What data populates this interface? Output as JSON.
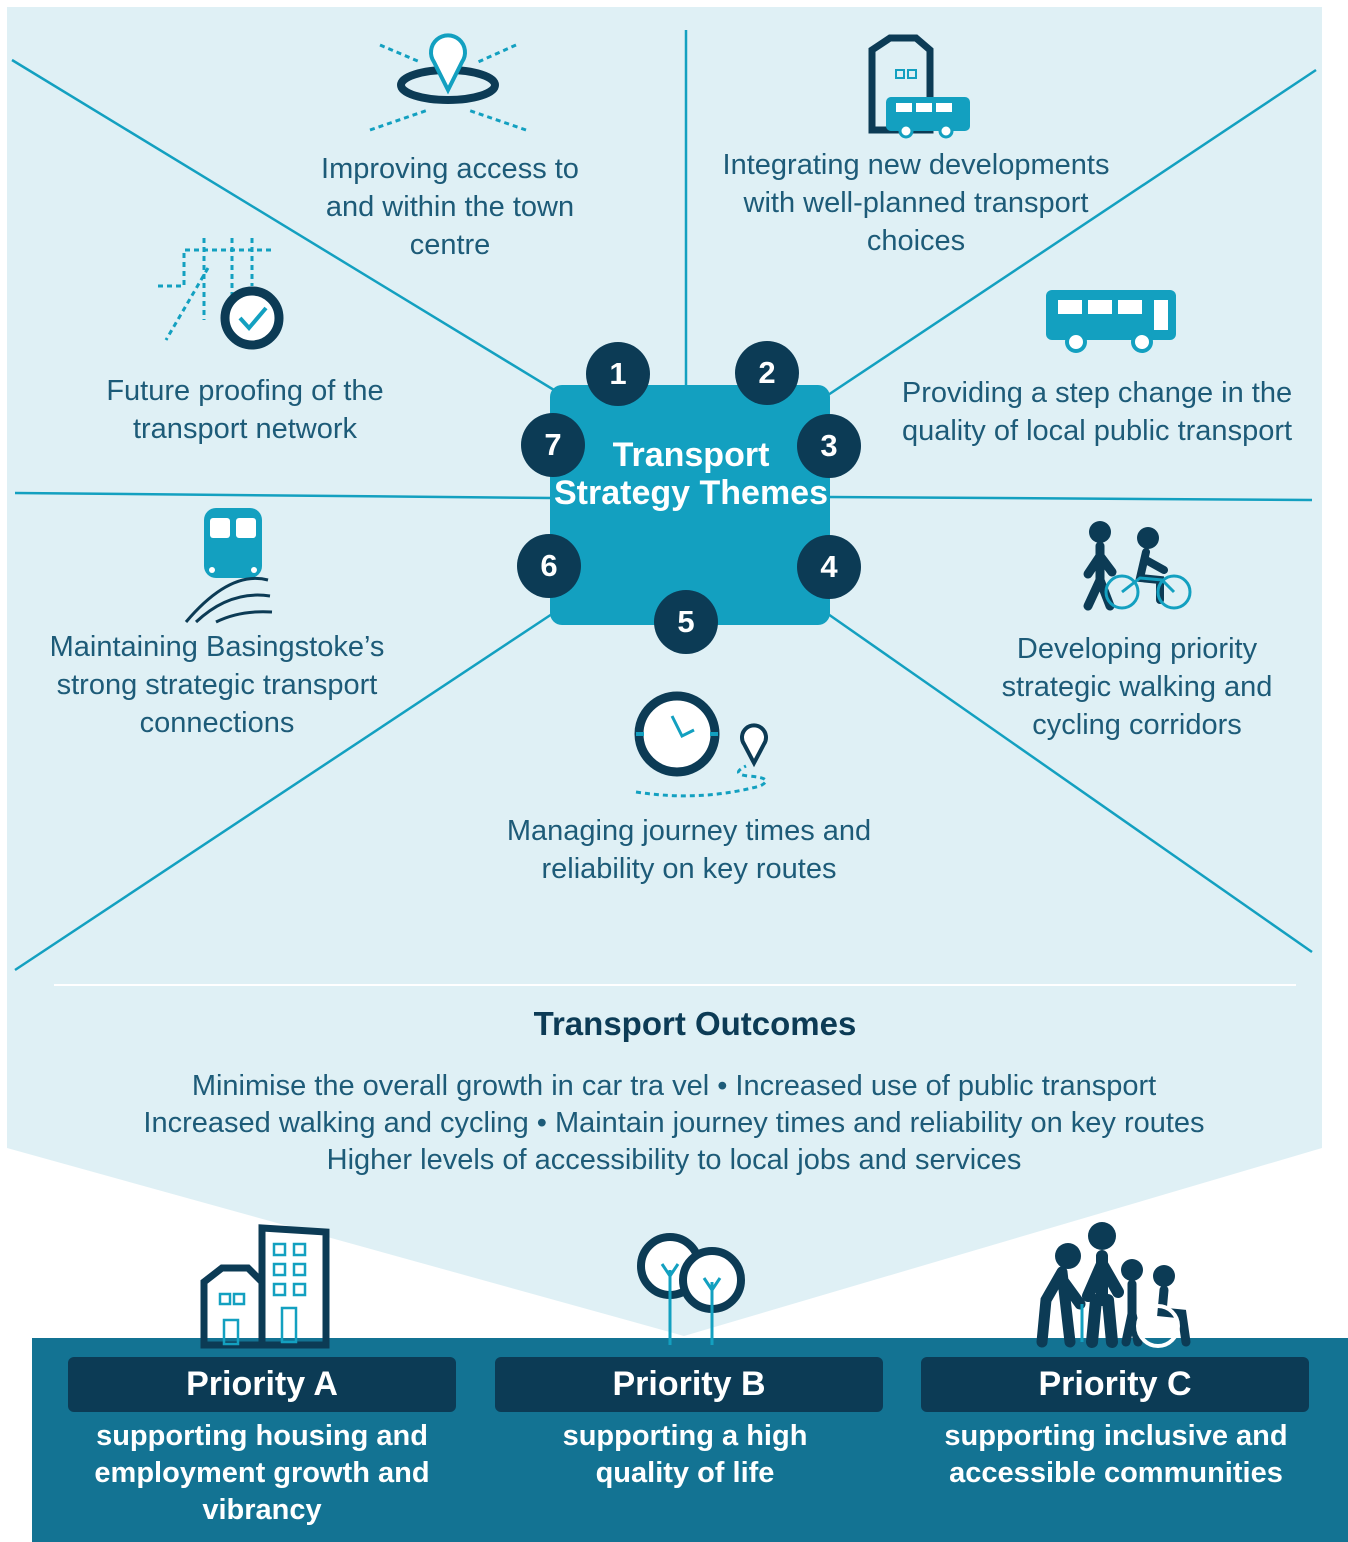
{
  "center": {
    "title": "Transport Strategy Themes"
  },
  "themes": [
    {
      "number": "1",
      "label": "Improving access to and within the town centre",
      "icon": "location-pin-ring-icon"
    },
    {
      "number": "2",
      "label": "Integrating new developments with well-planned transport choices",
      "icon": "building-bus-icon"
    },
    {
      "number": "3",
      "label": "Providing a step change in the quality of local public transport",
      "icon": "bus-icon"
    },
    {
      "number": "4",
      "label": "Developing priority strategic walking and cycling corridors",
      "icon": "walker-cyclist-icon"
    },
    {
      "number": "5",
      "label": "Managing journey times and reliability on key routes",
      "icon": "clock-route-icon"
    },
    {
      "number": "6",
      "label": "Maintaining Basingstoke’s strong strategic transport connections",
      "icon": "train-icon"
    },
    {
      "number": "7",
      "label": "Future proofing of the transport network",
      "icon": "network-check-icon"
    }
  ],
  "outcomes": {
    "title": "Transport Outcomes",
    "lines": [
      "Minimise the overall growth in car tra vel • Increased use of public transport",
      "Increased walking and cycling • Maintain journey times and reliability on key routes",
      "Higher levels of accessibility to local jobs and services"
    ]
  },
  "priorities": [
    {
      "title": "Priority A",
      "description": "supporting housing and employment growth and vibrancy",
      "icon": "buildings-icon"
    },
    {
      "title": "Priority B",
      "description": "supporting a high quality of life",
      "icon": "trees-icon"
    },
    {
      "title": "Priority C",
      "description": "supporting inclusive and accessible communities",
      "icon": "community-people-icon"
    }
  ],
  "colors": {
    "light_bg": "#dff0f5",
    "teal": "#13a0c0",
    "navy": "#0c3b55",
    "priority_band": "#137393",
    "text": "#1d5b78"
  }
}
